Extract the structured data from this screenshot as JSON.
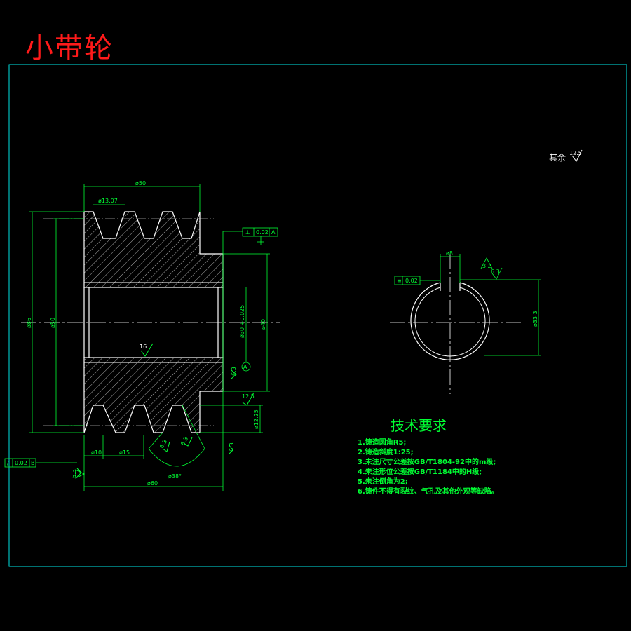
{
  "title": "小带轮",
  "surface_finish": {
    "label": "其余",
    "value": "12.5"
  },
  "dimensions": {
    "od_outer": "ø50",
    "groove_top": "ø13.07",
    "dia_left_outer": "ø86",
    "dia_left_inner": "ø50",
    "bore": "ø30 +0.025",
    "hub_od": "ø40",
    "roughness_bore": "16",
    "width_10": "ø10",
    "width_15": "ø15",
    "groove_angle": "ø38°",
    "total_width": "ø60",
    "groove_depth": "ø12.25",
    "keyway_width": "ø8",
    "keyway_depth": "ø33.3",
    "r32": "3.2",
    "r63": "6.3",
    "r63b": "6.3",
    "r125": "12.5",
    "r63c": "6.3",
    "r63d": "6.3",
    "r63e": "6.3"
  },
  "tolerances": {
    "perp": {
      "symbol": "⊥",
      "value": "0.02",
      "datum": "A"
    },
    "sym": {
      "symbol": "≡",
      "value": "0.02"
    },
    "runout": {
      "symbol": "/",
      "value": "0.02",
      "datum": "B"
    },
    "datum_a": "A"
  },
  "requirements": {
    "heading": "技术要求",
    "items": [
      "1.铸造圆角R5;",
      "2.铸造斜度1:25;",
      "3.未注尺寸公差按GB/T1804-92中的m级;",
      "4.未注形位公差按GB/T1184中的H级;",
      "5.未注倒角为2;",
      "6.铸件不得有裂纹、气孔及其他外观等缺陷。"
    ]
  },
  "colors": {
    "frame": "#00e5e5",
    "dimension": "#00ff33",
    "outline": "#ffffff",
    "title": "#ff1a1a",
    "centerline": "#ffffff"
  }
}
